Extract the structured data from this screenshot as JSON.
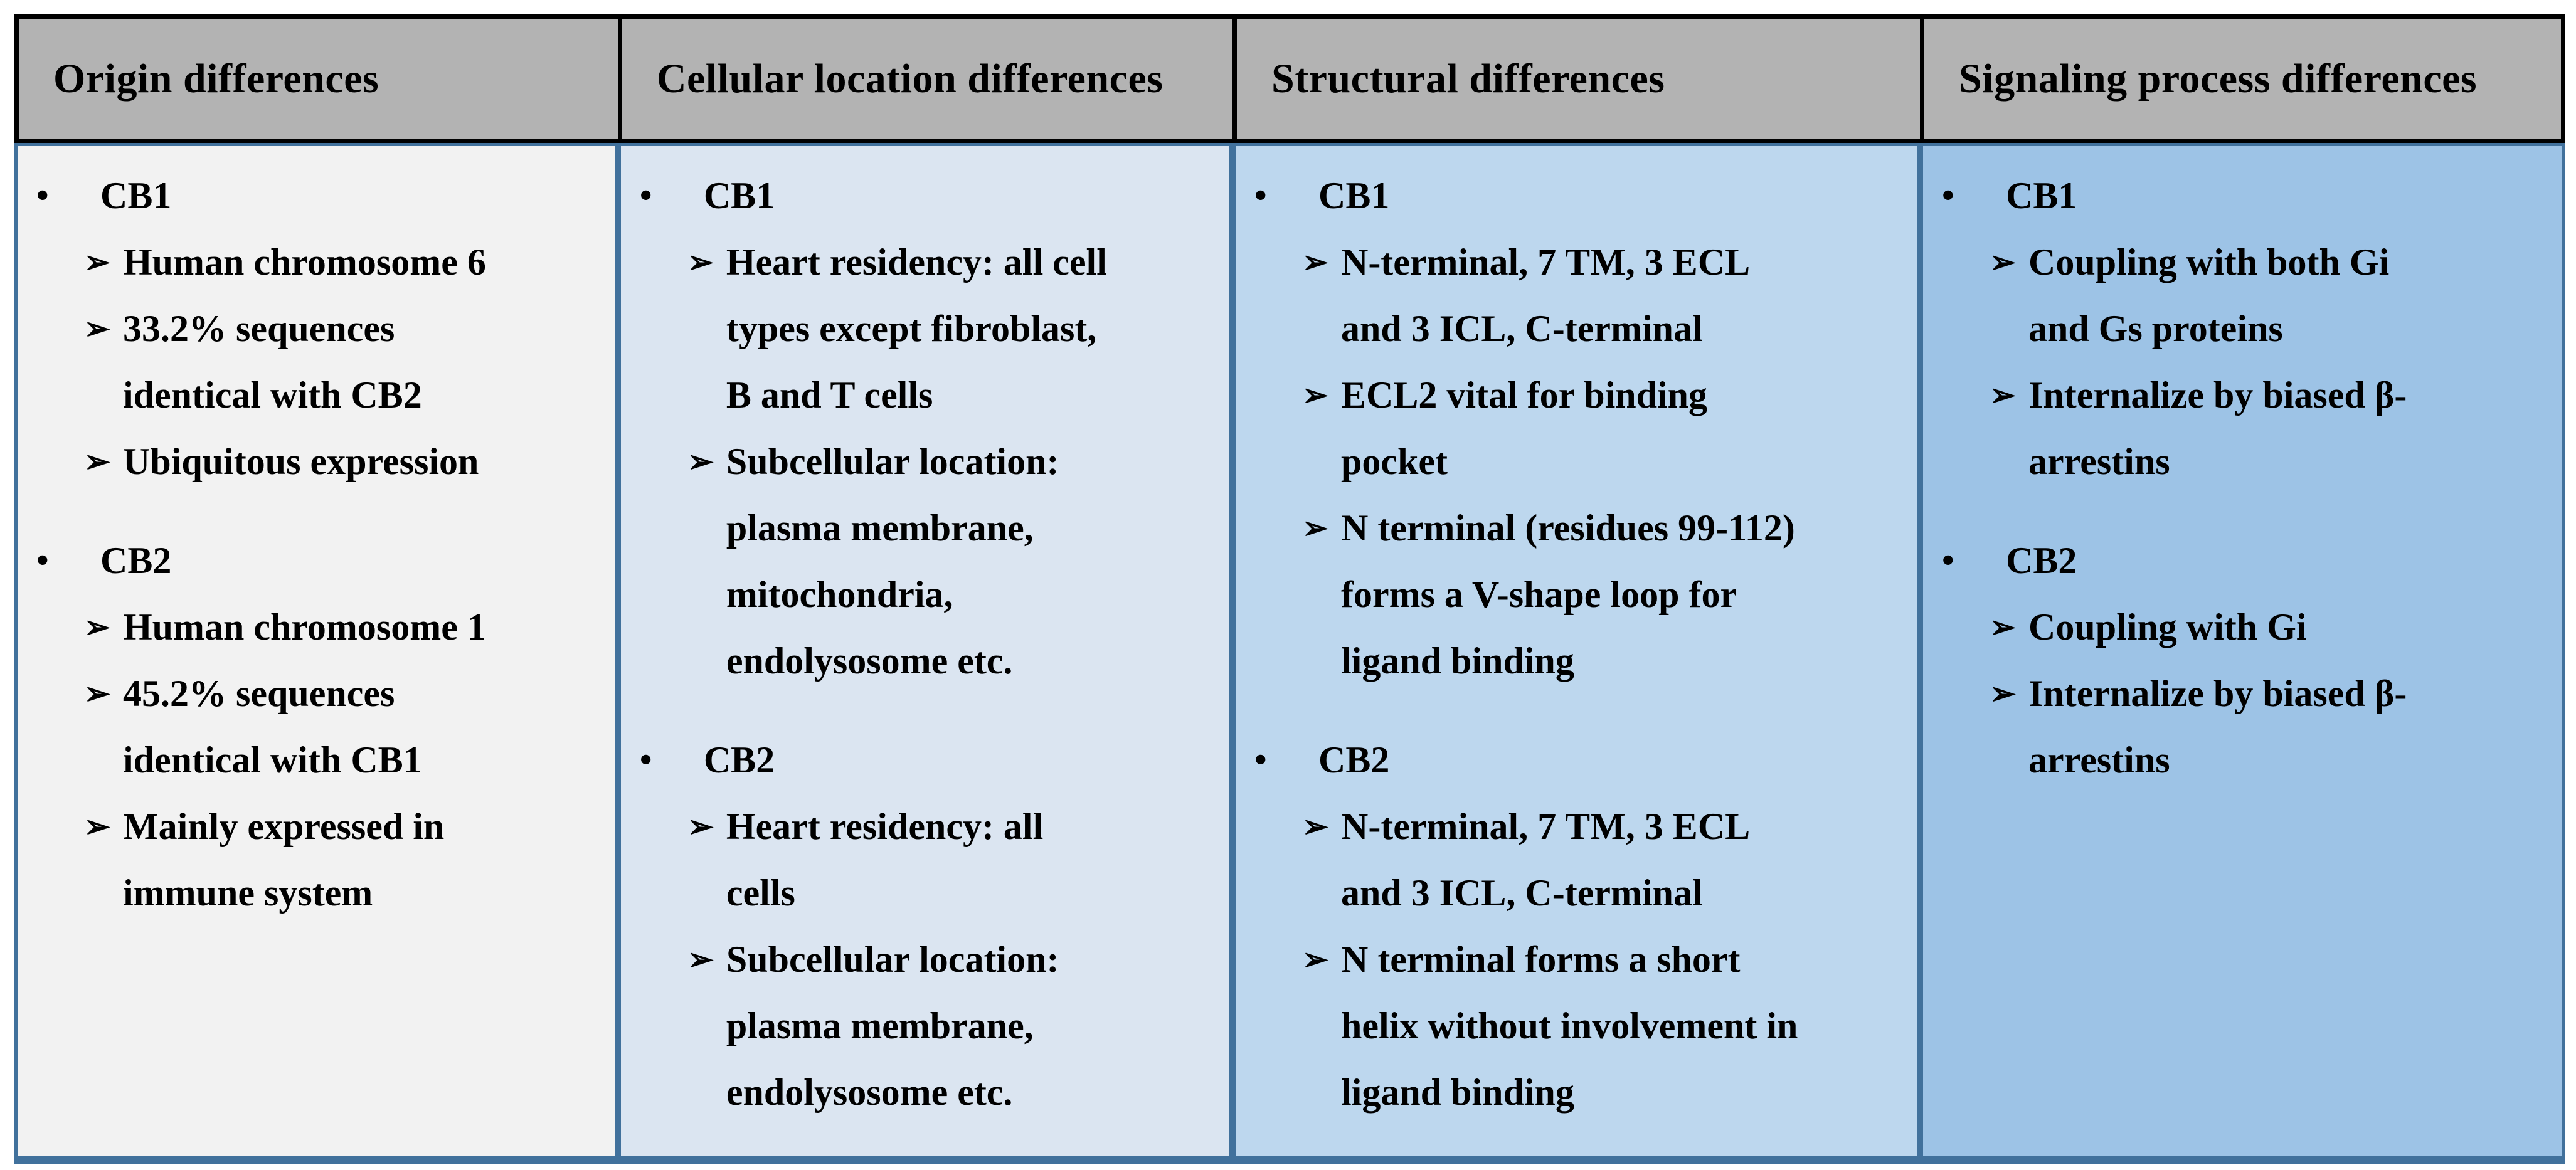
{
  "colors": {
    "page_bg": "#ffffff",
    "text": "#000000",
    "header_bg": "#b3b3b3",
    "header_border": "#000000",
    "cell_border": "#41719c",
    "col1_bg": "#f2f2f2",
    "col2_bg": "#dbe5f1",
    "col3_bg": "#bdd7ee",
    "col4_bg": "#9dc3e6"
  },
  "table": {
    "columns": [
      {
        "header": "Origin differences",
        "items": [
          {
            "marker": "•",
            "text": "CB1"
          },
          {
            "marker": "➢",
            "text": "Human chromosome 6"
          },
          {
            "marker": "➢",
            "text": "33.2% sequences\nidentical with CB2"
          },
          {
            "marker": "➢",
            "text": "Ubiquitous expression"
          },
          {
            "marker": "•",
            "text": "CB2"
          },
          {
            "marker": "➢",
            "text": "Human chromosome 1"
          },
          {
            "marker": "➢",
            "text": "45.2% sequences\nidentical with CB1"
          },
          {
            "marker": "➢",
            "text": "Mainly expressed in\nimmune system"
          }
        ]
      },
      {
        "header": "Cellular location differences",
        "items": [
          {
            "marker": "•",
            "text": "CB1"
          },
          {
            "marker": "➢",
            "text": "Heart residency: all cell\ntypes except fibroblast,\nB and T cells"
          },
          {
            "marker": "➢",
            "text": "Subcellular location:\nplasma membrane,\nmitochondria,\nendolysosome etc."
          },
          {
            "marker": "•",
            "text": "CB2"
          },
          {
            "marker": "➢",
            "text": "Heart residency: all\ncells"
          },
          {
            "marker": "➢",
            "text": "Subcellular location:\nplasma membrane,\nendolysosome etc."
          }
        ]
      },
      {
        "header": "Structural differences",
        "items": [
          {
            "marker": "•",
            "text": "CB1"
          },
          {
            "marker": "➢",
            "text": "N-terminal, 7 TM, 3 ECL\nand 3 ICL, C-terminal"
          },
          {
            "marker": "➢",
            "text": "ECL2 vital for binding\npocket"
          },
          {
            "marker": "➢",
            "text": "N terminal (residues 99-112)\nforms a V-shape loop for\nligand binding"
          },
          {
            "marker": "•",
            "text": "CB2"
          },
          {
            "marker": "➢",
            "text": "N-terminal, 7 TM, 3 ECL\nand 3 ICL, C-terminal"
          },
          {
            "marker": "➢",
            "text": "N terminal forms a short\nhelix without involvement in\nligand binding"
          }
        ]
      },
      {
        "header": "Signaling process differences",
        "items": [
          {
            "marker": "•",
            "text": "CB1"
          },
          {
            "marker": "➢",
            "text": "Coupling with both Gi\nand Gs proteins"
          },
          {
            "marker": "➢",
            "text": "Internalize by biased β-\narrestins"
          },
          {
            "marker": "•",
            "text": "CB2"
          },
          {
            "marker": "➢",
            "text": "Coupling with Gi"
          },
          {
            "marker": "➢",
            "text": "Internalize by biased β-\narrestins"
          }
        ]
      }
    ]
  }
}
